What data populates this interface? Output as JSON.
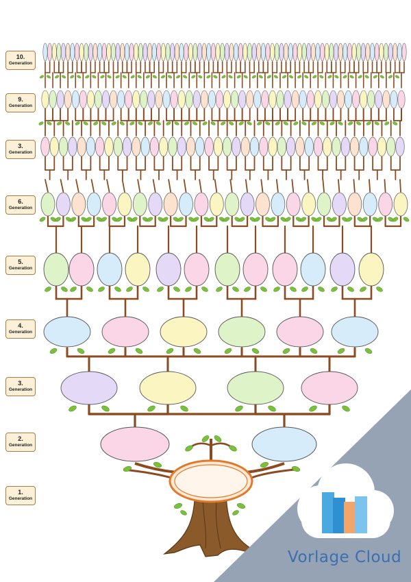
{
  "generation_labels": [
    {
      "number": "10.",
      "word": "Generation"
    },
    {
      "number": "9.",
      "word": "Generation"
    },
    {
      "number": "3.",
      "word": "Generation"
    },
    {
      "number": "6.",
      "word": "Generation"
    },
    {
      "number": "5.",
      "word": "Generation"
    },
    {
      "number": "4.",
      "word": "Generation"
    },
    {
      "number": "3.",
      "word": "Generation"
    },
    {
      "number": "2.",
      "word": "Generation"
    },
    {
      "number": "1.",
      "word": "Generation"
    }
  ],
  "brand": {
    "name": "Vorlage Cloud"
  },
  "colors": {
    "branch": "#8b4a1f",
    "leaf": "#7cbf3a",
    "label_bg": "#fdf0d8",
    "label_border": "#b07a45",
    "corner_triangle": "#96a3b5",
    "oval_pastels": [
      "#d6ecfb",
      "#fbd6e6",
      "#fbf5c2",
      "#dff3c8",
      "#e4d9f7",
      "#fde2cf"
    ],
    "oval_root_fill": "#fde9d6",
    "oval_root_border": "#e07a2a",
    "brand_blue": "#3b6fb0"
  },
  "icons": [
    "tree-trunk-icon",
    "leaf-icon",
    "cloud-logo-icon"
  ]
}
